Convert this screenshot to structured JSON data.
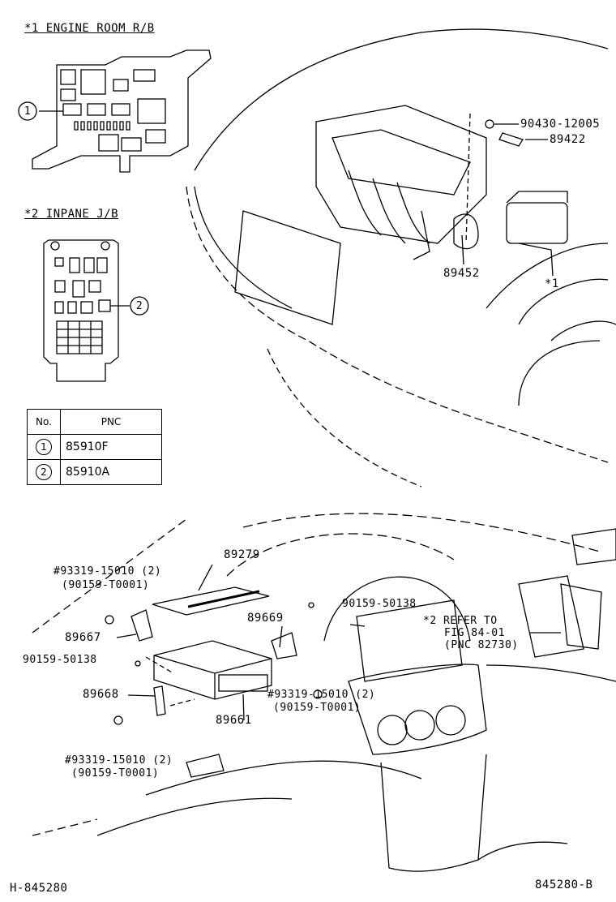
{
  "insets": {
    "engine_room_title": "*1 ENGINE ROOM R/B",
    "inpane_title": "*2 INPANE J/B",
    "marker_1": "1",
    "marker_2": "2"
  },
  "table": {
    "header_no": "No.",
    "header_pnc": "PNC",
    "rows": [
      {
        "no": "1",
        "pnc": "85910F"
      },
      {
        "no": "2",
        "pnc": "85910A"
      }
    ]
  },
  "callouts": {
    "p90430": "90430-12005",
    "p89422": "89422",
    "p89452": "89452",
    "star1": "*1",
    "p89279": "89279",
    "bolt_top_a": "#93319-15010 (2)",
    "bolt_top_b": "(90159-T0001)",
    "p89667": "89667",
    "p90159_left": "90159-50138",
    "p89668": "89668",
    "bolt_bottom_a": "#93319-15010 (2)",
    "bolt_bottom_b": "(90159-T0001)",
    "p89669": "89669",
    "p90159_right": "90159-50138",
    "refer_a": "*2 REFER TO",
    "refer_b": "FIG 84-01",
    "refer_c": "(PNC 82730)",
    "bolt_mid_a": "#93319-15010 (2)",
    "bolt_mid_b": "(90159-T0001)",
    "p89661": "89661"
  },
  "footer": {
    "left_code": "H-845280",
    "right_code": "845280-B"
  }
}
